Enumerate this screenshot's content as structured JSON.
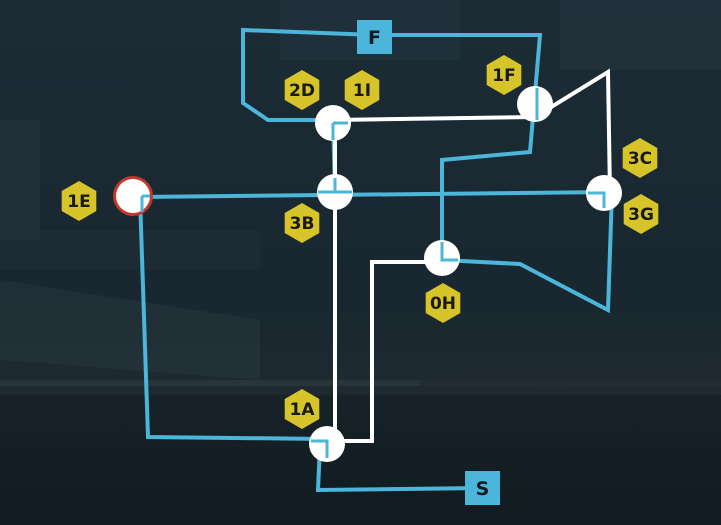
{
  "colors": {
    "background": "#16232b",
    "blue_route": "#4bb6da",
    "white_route": "#ffffff",
    "hex_fill": "#d6c42a",
    "terminal_fill": "#4bb6da",
    "selected_ring": "#c0392b"
  },
  "terminals": {
    "finish": {
      "label": "F"
    },
    "start": {
      "label": "S"
    }
  },
  "nodes": [
    {
      "id": "2D",
      "label": "2D",
      "selected": false
    },
    {
      "id": "1I",
      "label": "1I",
      "selected": false
    },
    {
      "id": "1F",
      "label": "1F",
      "selected": false
    },
    {
      "id": "3C",
      "label": "3C",
      "selected": false
    },
    {
      "id": "3G",
      "label": "3G",
      "selected": false
    },
    {
      "id": "1E",
      "label": "1E",
      "selected": true
    },
    {
      "id": "3B",
      "label": "3B",
      "selected": false
    },
    {
      "id": "0H",
      "label": "0H",
      "selected": false
    },
    {
      "id": "1A",
      "label": "1A",
      "selected": false
    }
  ]
}
